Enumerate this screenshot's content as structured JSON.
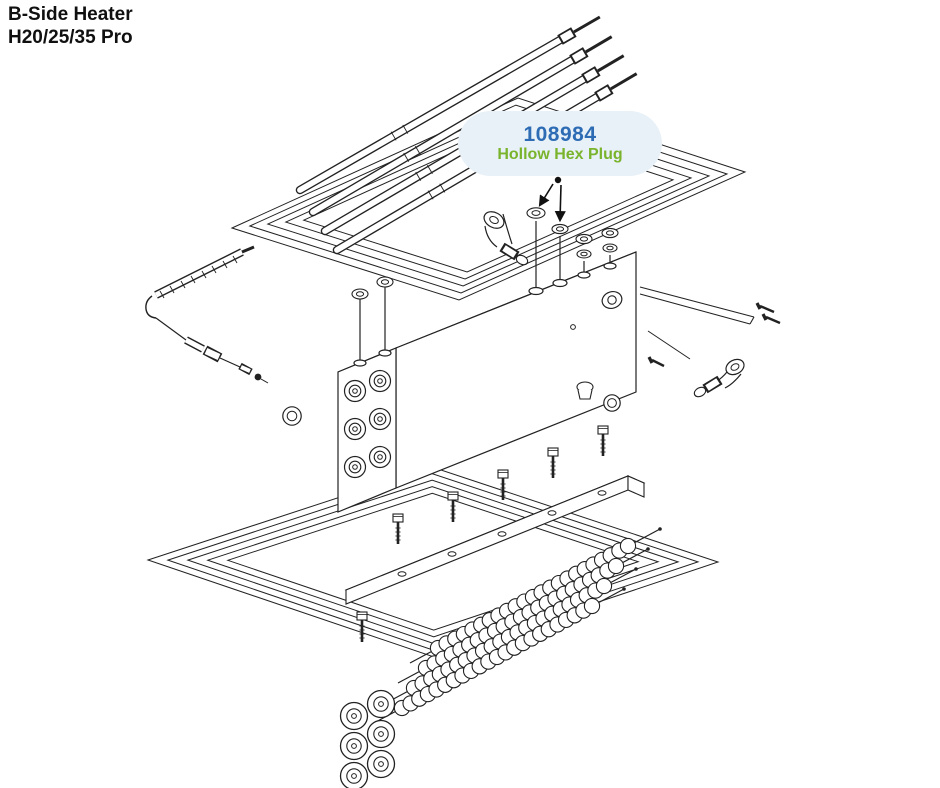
{
  "page": {
    "background": "#ffffff"
  },
  "title_block": {
    "line1": "B-Side Heater",
    "line2": "H20/25/35 Pro"
  },
  "callout": {
    "part_number": "108984",
    "part_name": "Hollow Hex Plug",
    "colors": {
      "part_number": "#2d6cb5",
      "part_name": "#7ab32c",
      "bubble_bg": "#e8f1f7"
    }
  },
  "diagram": {
    "type": "exploded-parts-diagram",
    "subject": "B-side heater manifold assembly",
    "line_color": "#222222",
    "depicted_parts": [
      "heater-tubes",
      "top-gasket-plate",
      "power-cable",
      "manifold-block",
      "hollow-hex-plugs",
      "elbow-fittings",
      "outlet-pipe",
      "mounting-bar",
      "socket-screws",
      "bottom-gasket-plate",
      "coil-heating-elements",
      "element-flanges"
    ]
  }
}
